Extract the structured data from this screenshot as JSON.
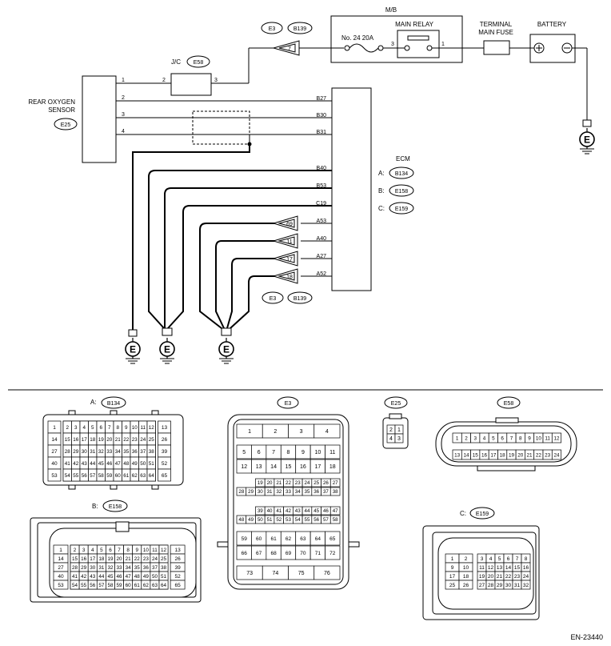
{
  "doc_id": "EN-23440",
  "labels": {
    "mb": "M/B",
    "main_relay": "MAIN RELAY",
    "fuse": "No. 24  20A",
    "terminal_main_fuse_1": "TERMINAL",
    "terminal_main_fuse_2": "MAIN FUSE",
    "battery": "BATTERY",
    "jc": "J/C",
    "sensor_1": "REAR OXYGEN",
    "sensor_2": "SENSOR",
    "ecm": "ECM",
    "ground": "E"
  },
  "connectors": {
    "e3": "E3",
    "b139": "B139",
    "e58": "E58",
    "e25": "E25",
    "b134": "B134",
    "e158": "E158",
    "e159": "E159"
  },
  "ecm_prefix": {
    "a": "A:",
    "b": "B:",
    "c": "C:"
  },
  "pins": {
    "relay_in": "3",
    "relay_out": "1",
    "e3_top": "7",
    "jc_in": "2",
    "jc_out": "3",
    "sensor": [
      "1",
      "2",
      "3",
      "4"
    ],
    "ecm": [
      "B27",
      "B30",
      "B31",
      "B40",
      "B53",
      "C19",
      "A53",
      "A40",
      "A27",
      "A52"
    ],
    "e3_lower": [
      "69",
      "11",
      "17",
      "18"
    ]
  },
  "tables": {
    "b134": {
      "title": "A:",
      "side_left": [
        "1",
        "14",
        "27",
        "40",
        "53"
      ],
      "side_right": [
        "13",
        "26",
        "39",
        "52",
        "65"
      ],
      "rows": [
        [
          "2",
          "3",
          "4",
          "5",
          "6",
          "7",
          "8",
          "9",
          "10",
          "11",
          "12"
        ],
        [
          "15",
          "16",
          "17",
          "18",
          "19",
          "20",
          "21",
          "22",
          "23",
          "24",
          "25"
        ],
        [
          "28",
          "29",
          "30",
          "31",
          "32",
          "33",
          "34",
          "35",
          "36",
          "37",
          "38"
        ],
        [
          "41",
          "42",
          "43",
          "44",
          "45",
          "46",
          "47",
          "48",
          "49",
          "50",
          "51"
        ],
        [
          "54",
          "55",
          "56",
          "57",
          "58",
          "59",
          "60",
          "61",
          "62",
          "63",
          "64"
        ]
      ]
    },
    "e158": {
      "title": "B:",
      "side_left": [
        "1",
        "14",
        "27",
        "40",
        "53"
      ],
      "side_right": [
        "13",
        "26",
        "39",
        "52",
        "65"
      ],
      "rows": [
        [
          "2",
          "3",
          "4",
          "5",
          "6",
          "7",
          "8",
          "9",
          "10",
          "11",
          "12"
        ],
        [
          "15",
          "16",
          "17",
          "18",
          "19",
          "20",
          "21",
          "22",
          "23",
          "24",
          "25"
        ],
        [
          "28",
          "29",
          "30",
          "31",
          "32",
          "33",
          "34",
          "35",
          "36",
          "37",
          "38"
        ],
        [
          "41",
          "42",
          "43",
          "44",
          "45",
          "46",
          "47",
          "48",
          "49",
          "50",
          "51"
        ],
        [
          "54",
          "55",
          "56",
          "57",
          "58",
          "59",
          "60",
          "61",
          "62",
          "63",
          "64"
        ]
      ]
    },
    "e3": {
      "row1": [
        "1",
        "2",
        "3",
        "4"
      ],
      "row2": [
        "5",
        "6",
        "7",
        "8",
        "9",
        "10",
        "11"
      ],
      "row3": [
        "12",
        "13",
        "14",
        "15",
        "16",
        "17",
        "18"
      ],
      "row4": [
        "19",
        "20",
        "21",
        "22",
        "23",
        "24",
        "25",
        "26",
        "27"
      ],
      "row5": [
        "28",
        "29",
        "30",
        "31",
        "32",
        "33",
        "34",
        "35",
        "36",
        "37",
        "38"
      ],
      "row6": [
        "39",
        "40",
        "41",
        "42",
        "43",
        "44",
        "45",
        "46",
        "47"
      ],
      "row7": [
        "48",
        "49",
        "50",
        "51",
        "52",
        "53",
        "54",
        "55",
        "56",
        "57",
        "58"
      ],
      "row8": [
        "59",
        "60",
        "61",
        "62",
        "63",
        "64",
        "65"
      ],
      "row9": [
        "66",
        "67",
        "68",
        "69",
        "70",
        "71",
        "72"
      ],
      "row10": [
        "73",
        "74",
        "75",
        "76"
      ]
    },
    "e25": {
      "rows": [
        [
          "2",
          "1"
        ],
        [
          "4",
          "3"
        ]
      ]
    },
    "e58": {
      "rows": [
        [
          "1",
          "2",
          "3",
          "4",
          "5",
          "6",
          "7",
          "8",
          "9",
          "10",
          "11",
          "12"
        ],
        [
          "13",
          "14",
          "15",
          "16",
          "17",
          "18",
          "19",
          "20",
          "21",
          "22",
          "23",
          "24"
        ]
      ]
    },
    "e159": {
      "title": "C:",
      "rows": [
        [
          "1",
          "2",
          "3",
          "4",
          "5",
          "6",
          "7",
          "8"
        ],
        [
          "9",
          "10",
          "11",
          "12",
          "13",
          "14",
          "15",
          "16"
        ],
        [
          "17",
          "18",
          "19",
          "20",
          "21",
          "22",
          "23",
          "24"
        ],
        [
          "25",
          "26",
          "27",
          "28",
          "29",
          "30",
          "31",
          "32"
        ]
      ]
    }
  }
}
